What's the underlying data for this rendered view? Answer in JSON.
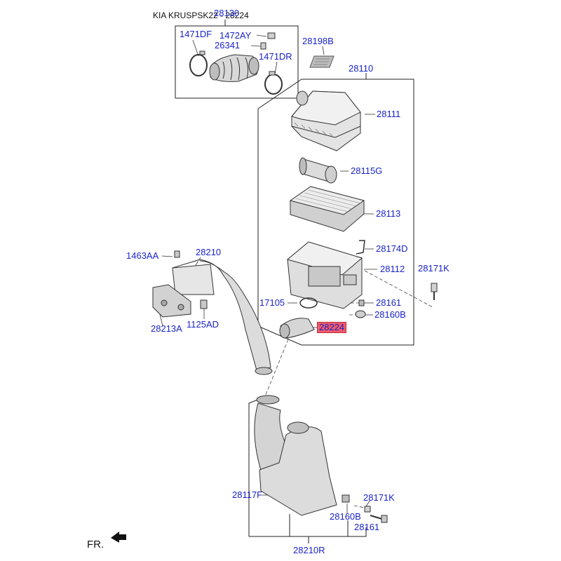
{
  "title": "KIA KRUSPSK22 - 28224",
  "direction_label": "FR.",
  "highlight_color": "#ef5a6a",
  "label_color": "#1a23c8",
  "callouts": {
    "p28130": "28130",
    "p1471DF": "1471DF",
    "p1472AY": "1472AY",
    "p26341": "26341",
    "p1471DR": "1471DR",
    "p28198B": "28198B",
    "p28110": "28110",
    "p28111": "28111",
    "p28115G": "28115G",
    "p28113": "28113",
    "p28174D": "28174D",
    "p28112": "28112",
    "p28171K_top": "28171K",
    "p17105": "17105",
    "p28161_top": "28161",
    "p28160B_top": "28160B",
    "p28224": "28224",
    "p1463AA": "1463AA",
    "p28210": "28210",
    "p28213A": "28213A",
    "p1125AD": "1125AD",
    "p28117F": "28117F",
    "p28160B_bot": "28160B",
    "p28171K_bot": "28171K",
    "p28161_bot": "28161",
    "p28210R": "28210R"
  }
}
